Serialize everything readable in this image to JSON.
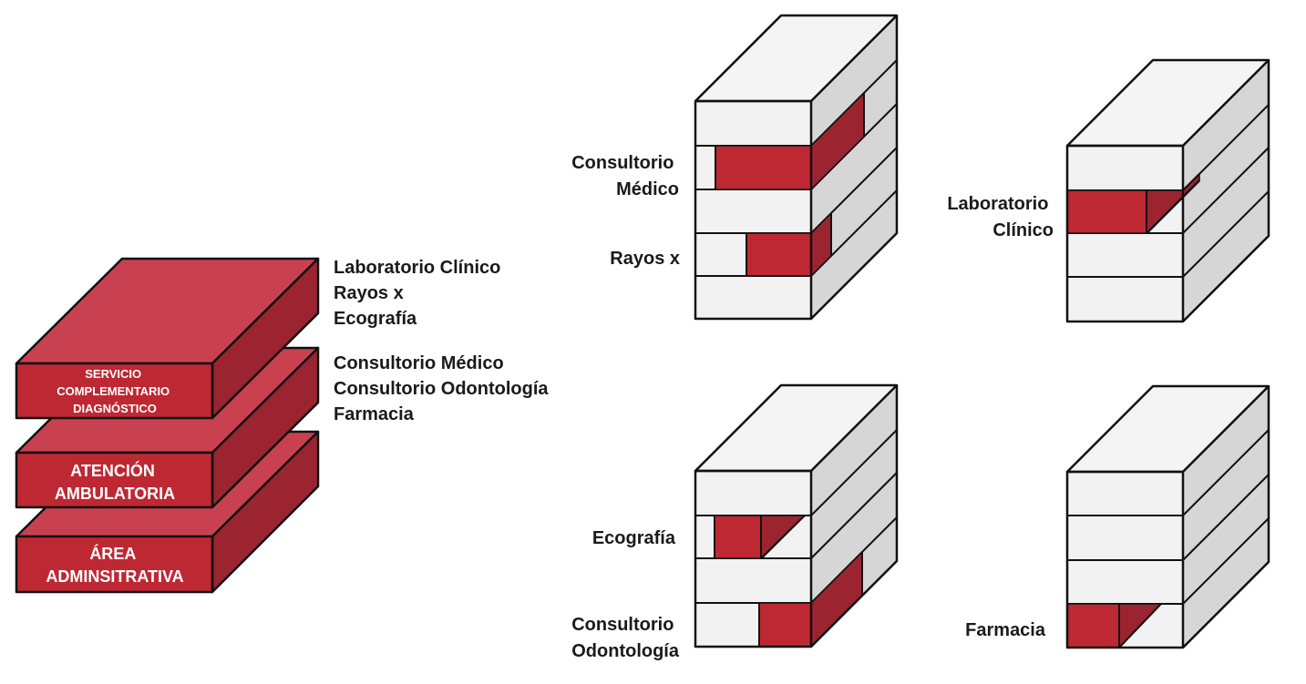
{
  "colors": {
    "red_front": "#be2833",
    "red_top": "#c94150",
    "red_side": "#9b2430",
    "grey_front": "#f2f2f2",
    "grey_top": "#f4f4f4",
    "grey_side": "#d6d6d6",
    "stroke": "#111111"
  },
  "stack": {
    "layers": [
      {
        "id": "diagnostico",
        "lines": [
          "SERVICIO",
          "COMPLEMENTARIO",
          "DIAGNÓSTICO"
        ]
      },
      {
        "id": "ambulatoria",
        "lines": [
          "ATENCIÓN",
          "AMBULATORIA"
        ]
      },
      {
        "id": "administrativa",
        "lines": [
          "ÁREA",
          "ADMINSITRATIVA"
        ]
      }
    ],
    "legend_top": [
      "Laboratorio Clínico",
      "Rayos x",
      "Ecografía"
    ],
    "legend_bottom": [
      "Consultorio Médico",
      "Consultorio Odontología",
      "Farmacia"
    ]
  },
  "buildings": [
    {
      "id": "medico-rayos",
      "labels": [
        [
          "Consultorio",
          "Médico"
        ],
        [
          "Rayos x"
        ]
      ]
    },
    {
      "id": "laboratorio",
      "labels": [
        [
          "Laboratorio",
          "Clínico"
        ]
      ]
    },
    {
      "id": "ecografia-odontologia",
      "labels": [
        [
          "Ecografía"
        ],
        [
          "Consultorio",
          "Odontología"
        ]
      ]
    },
    {
      "id": "farmacia",
      "labels": [
        [
          "Farmacia"
        ]
      ]
    }
  ]
}
